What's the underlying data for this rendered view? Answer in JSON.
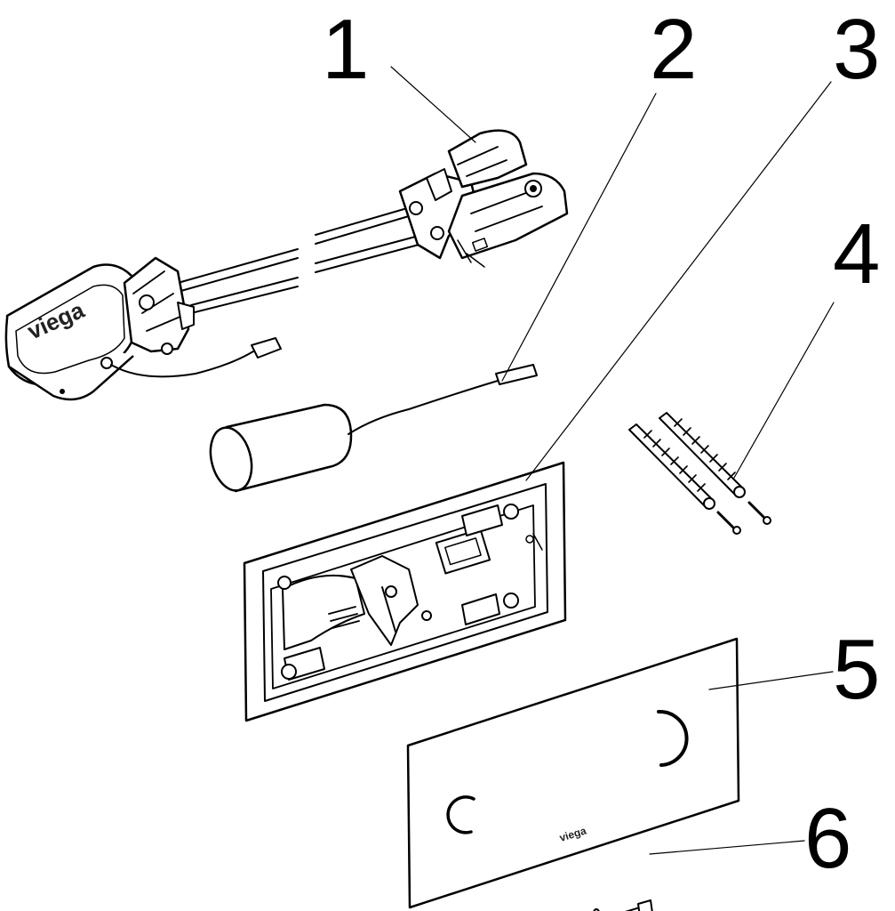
{
  "callouts": [
    "1",
    "2",
    "3",
    "4",
    "5",
    "6"
  ],
  "logos": {
    "actuator": "viega",
    "plate": "viega"
  }
}
